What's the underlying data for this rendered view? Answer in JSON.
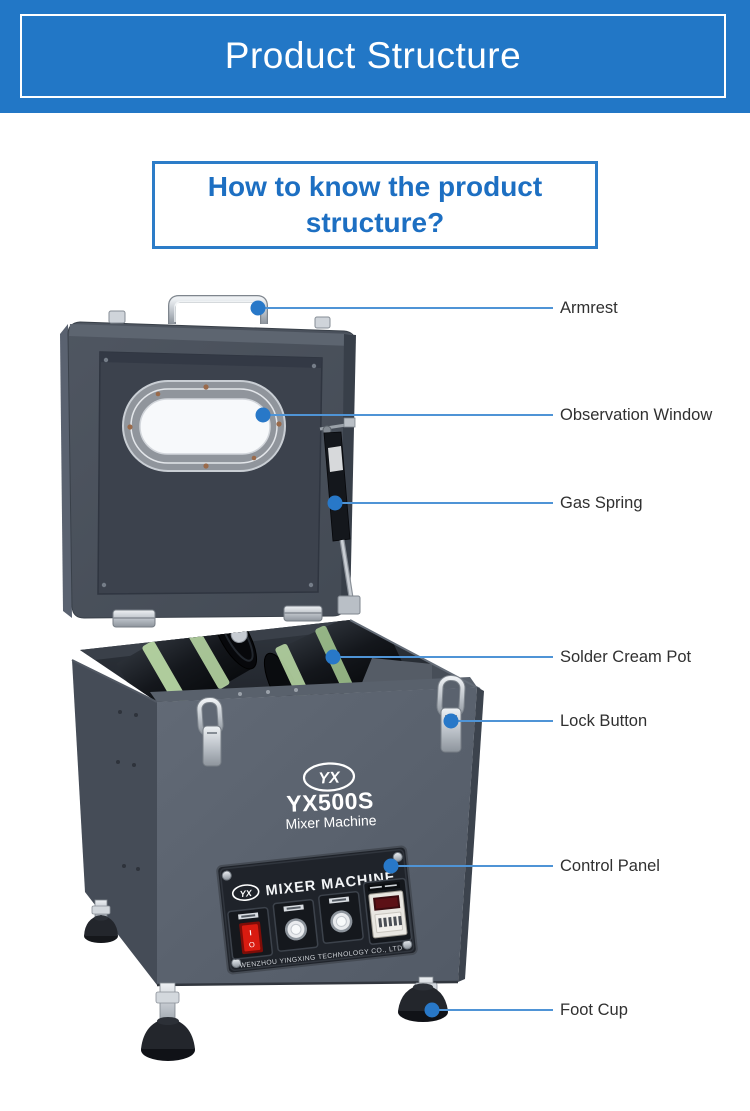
{
  "header": {
    "title": "Product Structure"
  },
  "intro": {
    "line1": "How to know the product",
    "line2": "structure?"
  },
  "machine": {
    "front": {
      "logo": "YX",
      "model": "YX500S",
      "name": "Mixer Machine"
    },
    "panel": {
      "logo": "YX",
      "title": "MIXER MACHINE",
      "switch_on": "I",
      "switch_off": "O",
      "company": "WENZHOU YINGXING TECHNOLOGY CO., LTD"
    }
  },
  "callouts": [
    {
      "label": "Armrest"
    },
    {
      "label": "Observation Window"
    },
    {
      "label": "Gas Spring"
    },
    {
      "label": "Solder Cream Pot"
    },
    {
      "label": "Lock Button"
    },
    {
      "label": "Control Panel"
    },
    {
      "label": "Foot Cup"
    }
  ],
  "colors": {
    "header_bg": "#2277c6",
    "accent_blue": "#1d6fc2",
    "leader_line": "#4f94d6",
    "callout_dot": "#2878c8",
    "machine_body": "#5b6370",
    "machine_lid": "#4b515c"
  }
}
